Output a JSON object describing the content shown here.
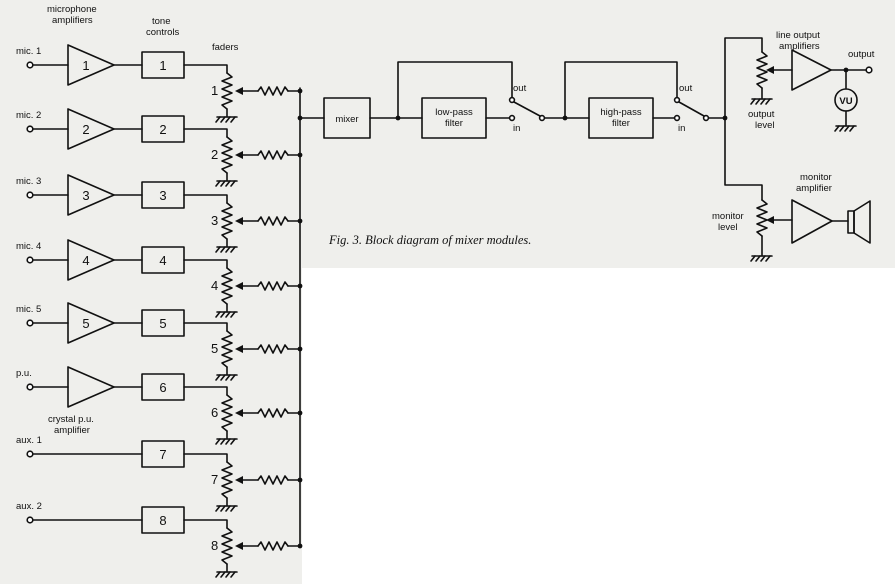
{
  "labels": {
    "mic_amps": [
      "microphone",
      "amplifiers"
    ],
    "tone": [
      "tone",
      "controls"
    ],
    "faders": "faders",
    "crystal": [
      "crystal p.u.",
      "amplifier"
    ],
    "line_out": [
      "line output",
      "amplifiers"
    ],
    "output": "output",
    "output_level": [
      "output",
      "level"
    ],
    "monitor_amp": [
      "monitor",
      "amplifier"
    ],
    "monitor_level": [
      "monitor",
      "level"
    ],
    "vu": "VU",
    "mixer": "mixer",
    "lpf": [
      "low-pass",
      "filter"
    ],
    "hpf": [
      "high-pass",
      "filter"
    ],
    "out": "out",
    "in": "in",
    "caption": "Fig. 3. Block diagram of mixer modules."
  },
  "channels": [
    {
      "input": "mic. 1",
      "amp": "1",
      "tone": "1",
      "fader": "1"
    },
    {
      "input": "mic. 2",
      "amp": "2",
      "tone": "2",
      "fader": "2"
    },
    {
      "input": "mic. 3",
      "amp": "3",
      "tone": "3",
      "fader": "3"
    },
    {
      "input": "mic. 4",
      "amp": "4",
      "tone": "4",
      "fader": "4"
    },
    {
      "input": "mic. 5",
      "amp": "5",
      "tone": "5",
      "fader": "5"
    },
    {
      "input": "p.u.",
      "amp": "",
      "tone": "6",
      "fader": "6"
    },
    {
      "input": "aux. 1",
      "amp": null,
      "tone": "7",
      "fader": "7"
    },
    {
      "input": "aux. 2",
      "amp": null,
      "tone": "8",
      "fader": "8"
    }
  ]
}
